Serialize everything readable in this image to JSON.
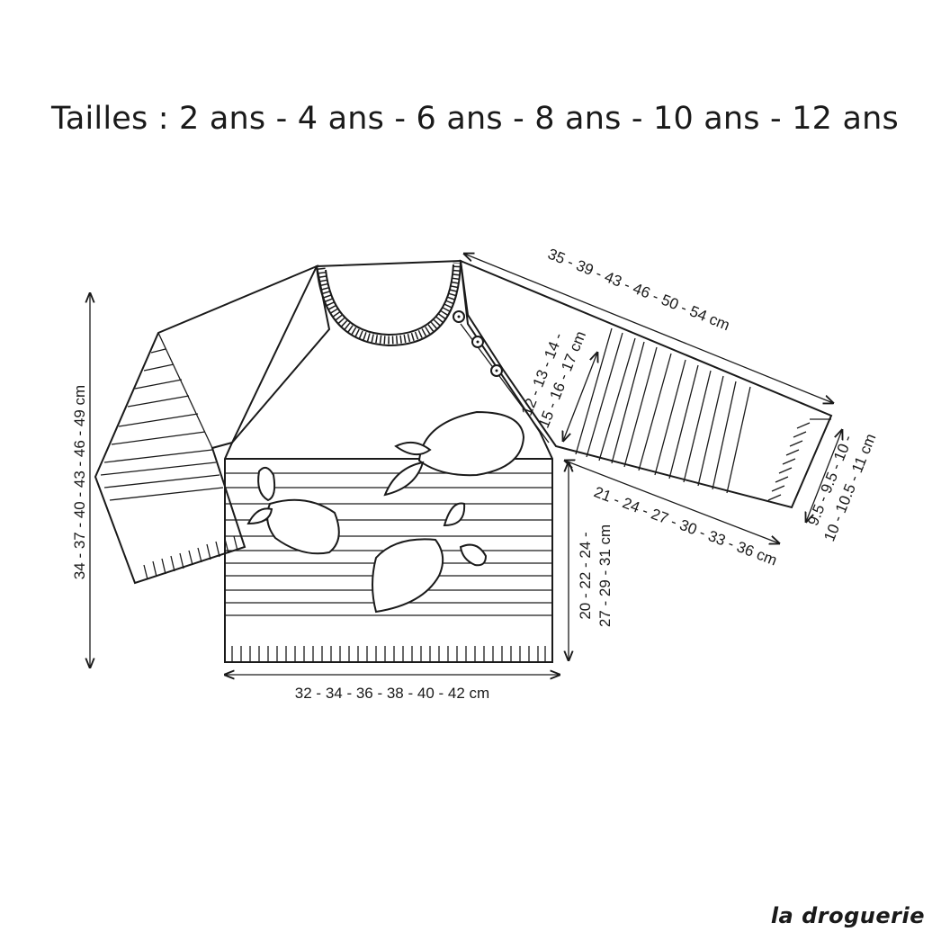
{
  "title": "Tailles : 2 ans - 4 ans - 6 ans - 8 ans - 10 ans - 12 ans",
  "dimensions": {
    "total_length": "34 - 37 - 40 - 43 - 46 - 49 cm",
    "sleeve_length": "35 - 39 - 43 - 46 - 50 - 54 cm",
    "armhole_line1": "12 - 13 - 14 -",
    "armhole_line2": "15 - 16 - 17 cm",
    "cuff_line1": "9.5 - 9.5 - 10 -",
    "cuff_line2": "10 - 10.5 - 11 cm",
    "sleeve_width": "21 - 24 - 27 - 30 - 33 - 36 cm",
    "body_height_line1": "20 - 22 - 24 -",
    "body_height_line2": "27 - 29 - 31 cm",
    "chest_width": "32 - 34 - 36 - 38 - 40 - 42 cm"
  },
  "logo": "la droguerie",
  "colors": {
    "ink": "#1a1a1a",
    "background": "#ffffff"
  }
}
